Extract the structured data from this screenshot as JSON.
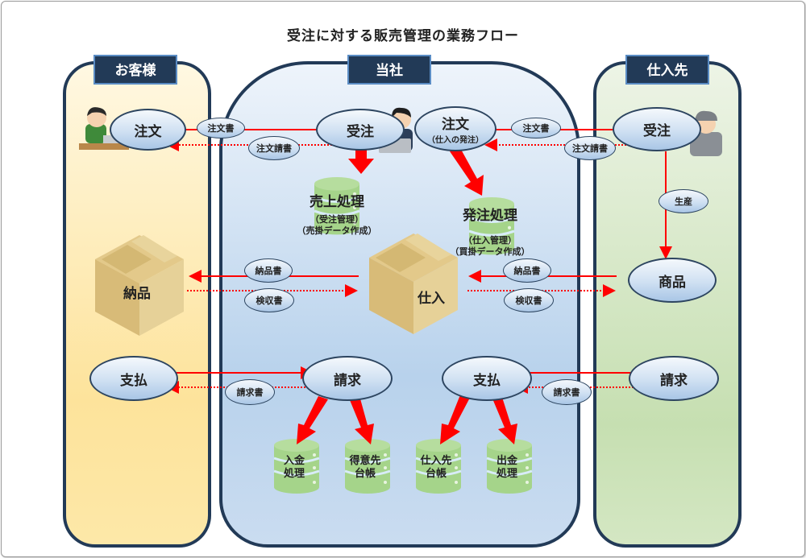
{
  "title": "受注に対する販売管理の業務フロー",
  "lanes": {
    "customer": {
      "label": "お客様"
    },
    "company": {
      "label": "当社"
    },
    "supplier": {
      "label": "仕入先"
    }
  },
  "nodes": {
    "cust_order": "注文",
    "co_receive": "受注",
    "co_order": "注文",
    "co_order_sub": "（仕入の発注）",
    "sup_receive": "受注",
    "sup_goods": "商品",
    "cust_pay": "支払",
    "co_invoice": "請求",
    "co_pay": "支払",
    "sup_invoice": "請求",
    "cust_delivery": "納品",
    "co_purchase": "仕入"
  },
  "documents": {
    "order_form_1": "注文書",
    "order_ack_1": "注文請書",
    "order_form_2": "注文書",
    "order_ack_2": "注文請書",
    "production": "生産",
    "delivery_note_1": "納品書",
    "inspection_1": "検収書",
    "delivery_note_2": "納品書",
    "inspection_2": "検収書",
    "invoice_1": "請求書",
    "invoice_2": "請求書"
  },
  "processes": {
    "sales": {
      "title": "売上処理",
      "sub1": "（受注管理）",
      "sub2": "（売掛データ作成）"
    },
    "purchase_order": {
      "title": "発注処理",
      "sub1": "（仕入管理）",
      "sub2": "（買掛データ作成）"
    }
  },
  "databases": [
    {
      "label": "入金\n処理"
    },
    {
      "label": "得意先\n台帳"
    },
    {
      "label": "仕入先\n台帳"
    },
    {
      "label": "出金\n処理"
    }
  ],
  "colors": {
    "arrow": "#ff0000",
    "lane_border": "#223a57",
    "header_bg": "#223a57",
    "db_green": "#a5d48a"
  }
}
